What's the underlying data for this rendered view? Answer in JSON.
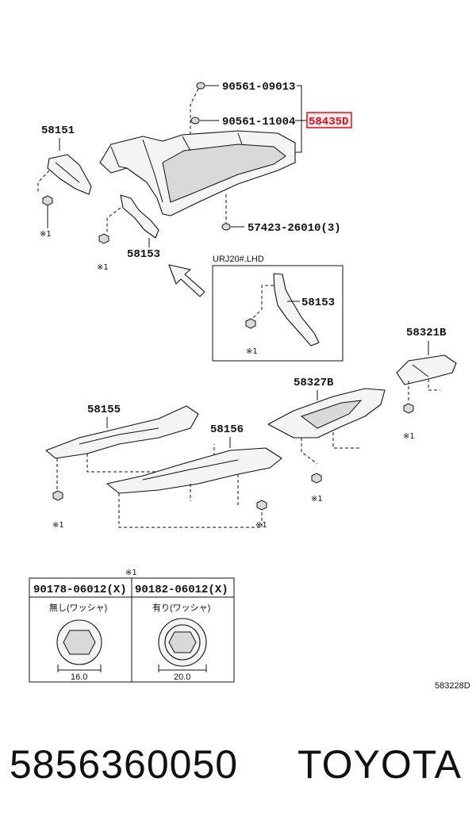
{
  "callouts": {
    "c90561_09013": "90561-09013",
    "c90561_11004": "90561-11004",
    "c58435d": "58435D",
    "c58151": "58151",
    "c58153_main": "58153",
    "c57423": "57423-26010(3)",
    "inset_title": "URJ20#.LHD",
    "c58153_inset": "58153",
    "c58321b": "58321B",
    "c58327b": "58327B",
    "c58155": "58155",
    "c58156": "58156"
  },
  "marks": {
    "note_mark": "※1"
  },
  "legend": {
    "header_mark": "※1",
    "left_part": "90178-06012(X)",
    "right_part": "90182-06012(X)",
    "left_desc": "無し(ワッシャ)",
    "right_desc": "有り(ワッシャ)",
    "left_dim": "16.0",
    "right_dim": "20.0"
  },
  "diagram_code": "583228D",
  "footer": {
    "part_number": "5856360050",
    "brand": "TOYOTA"
  },
  "colors": {
    "highlight": "#e0202a",
    "line": "#111111"
  }
}
